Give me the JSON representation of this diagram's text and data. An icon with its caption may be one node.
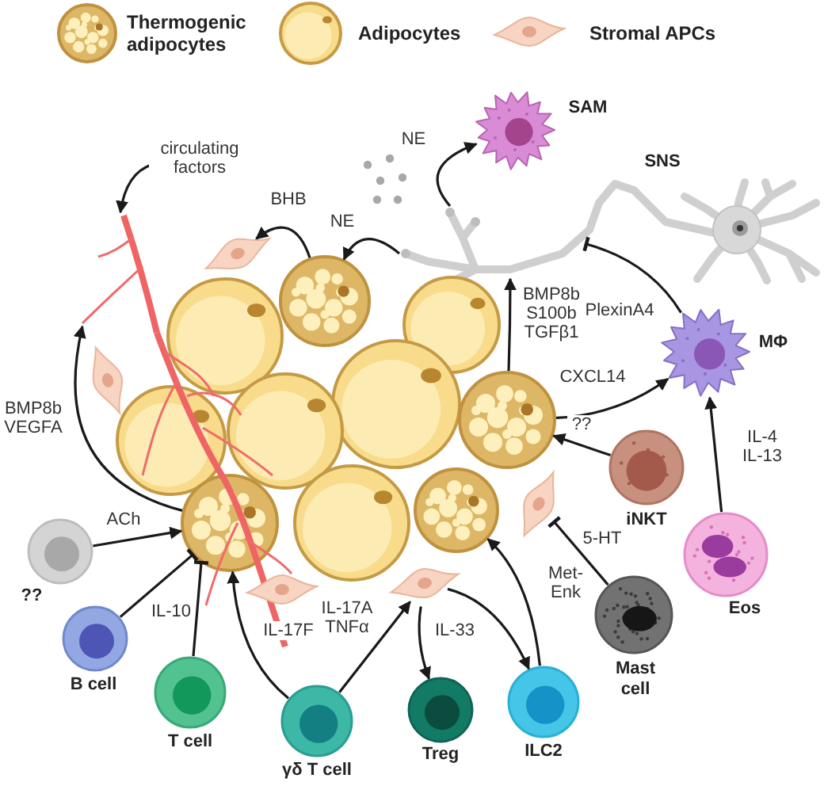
{
  "diagram": {
    "nodes": [
      {
        "text": [
          "SAM"
        ]
      },
      {
        "text": [
          "SNS"
        ]
      },
      {
        "text": [
          "MΦ"
        ]
      },
      {
        "text": [],
        "shape": "picture"
      },
      {
        "text": [],
        "shape": "picture"
      },
      {
        "text": [],
        "shape": "picture"
      },
      {
        "text": [],
        "shape": "picture"
      },
      {
        "text": [],
        "shape": "picture"
      },
      {
        "text": [],
        "shape": "picture"
      },
      {
        "text": [],
        "shape": "picture"
      },
      {
        "text": [],
        "shape": "picture"
      },
      {
        "text": [],
        "shape": "picture"
      },
      {
        "text": [],
        "shape": "picture"
      },
      {
        "text": [
          "iNKT"
        ]
      },
      {
        "text": [],
        "shape": "picture"
      },
      {
        "text": [],
        "shape": "picture"
      },
      {
        "text": [],
        "shape": "picture"
      },
      {
        "text": [],
        "shape": "picture"
      },
      {
        "text": [
          "??"
        ]
      },
      {
        "text": [
          "Eos"
        ]
      },
      {
        "text": [],
        "shape": "picture"
      },
      {
        "text": [],
        "shape": "picture"
      },
      {
        "text": [
          "Mast cell"
        ]
      },
      {
        "text": [
          "B cell"
        ]
      },
      {
        "text": [
          "T cell"
        ]
      },
      {
        "text": [
          "Treg"
        ]
      },
      {
        "text": [
          "ILC2"
        ]
      },
      {
        "text": [
          "γδ T cell"
        ]
      }
    ],
    "edges": [
      {
        "from": null,
        "to": 3,
        "arrow": "to",
        "label": "circulating factors"
      },
      {
        "from": 5,
        "to": 4,
        "arrow": "to",
        "label": "BHB"
      },
      {
        "from": 1,
        "to": 0,
        "arrow": "to",
        "label": "NE"
      },
      {
        "from": 1,
        "to": 5,
        "arrow": "to",
        "label": "NE"
      },
      {
        "from": 16,
        "to": 3,
        "arrow": "to",
        "label": "BMP8b VEGFA"
      },
      {
        "from": 18,
        "to": 16,
        "arrow": "to",
        "label": "ACh"
      },
      {
        "from": 23,
        "to": 16,
        "arrow": "other"
      },
      {
        "from": 24,
        "to": 16,
        "arrow": "other",
        "label": "IL-10"
      },
      {
        "from": 27,
        "to": 16,
        "arrow": "to",
        "label": "IL-17F"
      },
      {
        "from": 27,
        "to": 21,
        "arrow": "to",
        "label": "IL-17A TNFα"
      },
      {
        "from": 21,
        "to": 25,
        "arrow": "to",
        "label": "IL-33"
      },
      {
        "from": 21,
        "to": 26,
        "arrow": "to"
      },
      {
        "from": 26,
        "to": 15,
        "arrow": "to",
        "label": "Met-Enk"
      },
      {
        "from": 22,
        "to": 14,
        "arrow": "other",
        "label": "5-HT"
      },
      {
        "from": 13,
        "to": 12,
        "arrow": "to",
        "label": "??"
      },
      {
        "from": 12,
        "to": 2,
        "arrow": "to",
        "label": "CXCL14"
      },
      {
        "from": 12,
        "to": 1,
        "arrow": "to",
        "label": "BMP8b S100b TGFβ1"
      },
      {
        "from": 19,
        "to": 2,
        "arrow": "to",
        "label": "IL-4 IL-13"
      },
      {
        "from": 2,
        "to": 1,
        "arrow": "other",
        "label": "PlexinA4"
      }
    ],
    "legend": [
      {
        "text": "Thermogenic adipocytes"
      },
      {
        "text": "Adipocytes"
      },
      {
        "text": "Stromal APCs"
      }
    ]
  }
}
